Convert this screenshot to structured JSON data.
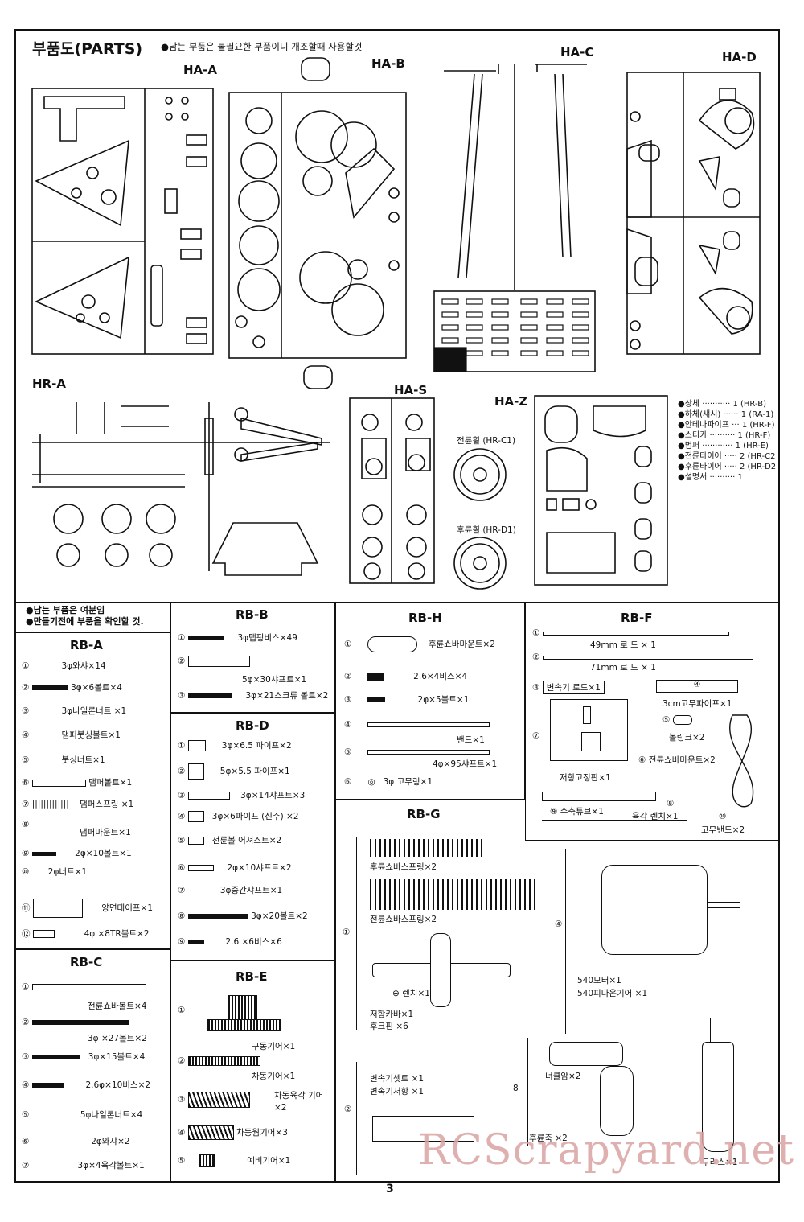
{
  "header": {
    "title": "부품도(PARTS)",
    "note": "●남는 부품은 불필요한 부품이니 개조할때 사용할것"
  },
  "sprues": {
    "ha_a": "HA-A",
    "ha_b": "HA-B",
    "ha_c": "HA-C",
    "ha_d": "HA-D",
    "hr_a": "HR-A",
    "ha_s": "HA-S",
    "ha_z": "HA-Z"
  },
  "wheels": {
    "front": "전륜휠 (HR-C1)",
    "rear": "후륜휠 (HR-D1)"
  },
  "legend": [
    "●상체 ··········· 1 (HR-B)",
    "●하체(섀시) ······ 1 (RA-1)",
    "●안테나파이프 ··· 1 (HR-F)",
    "●스티카 ·········· 1 (HR-F)",
    "●범퍼 ············ 1 (HR-E)",
    "●전륜타이어 ····· 2 (HR-C2",
    "●후륜타이어 ····· 2 (HR-D2",
    "●설명서 ·········· 1"
  ],
  "bag_note": [
    "●남는 부품은 여분임",
    "●만들기전에 부품을 확인할 것."
  ],
  "rb_a": {
    "title": "RB-A",
    "items": [
      {
        "n": "①",
        "text": "3φ와샤×14"
      },
      {
        "n": "②",
        "text": "3φ×6볼트×4"
      },
      {
        "n": "③",
        "text": "3φ나일론너트 ×1"
      },
      {
        "n": "④",
        "text": "댐퍼붓싱볼트×1"
      },
      {
        "n": "⑤",
        "text": "붓싱너트×1"
      },
      {
        "n": "⑥",
        "text": "댐퍼볼트×1"
      },
      {
        "n": "⑦",
        "text": "댐퍼스프링 ×1"
      },
      {
        "n": "⑧",
        "text": "댐퍼마운트×1"
      },
      {
        "n": "⑨",
        "text": "2φ×10볼트×1"
      },
      {
        "n": "⑩",
        "text": "2φ너트×1"
      },
      {
        "n": "⑪",
        "text": "양면테이프×1"
      },
      {
        "n": "⑫",
        "text": "4φ ×8TR볼트×2"
      }
    ]
  },
  "rb_b": {
    "title": "RB-B",
    "items": [
      {
        "n": "①",
        "text": "3φ탭핑비스×49"
      },
      {
        "n": "②",
        "text": "5φ×30샤프트×1"
      },
      {
        "n": "③",
        "text": "3φ×21스크류 볼트×2"
      }
    ]
  },
  "rb_c": {
    "title": "RB-C",
    "items": [
      {
        "n": "①",
        "text": "전륜쇼바볼트×4"
      },
      {
        "n": "②",
        "text": "3φ ×27볼트×2"
      },
      {
        "n": "③",
        "text": "3φ×15볼트×4"
      },
      {
        "n": "④",
        "text": "2.6φ×10비스×2"
      },
      {
        "n": "⑤",
        "text": "5φ나일론너트×4"
      },
      {
        "n": "⑥",
        "text": "2φ와샤×2"
      },
      {
        "n": "⑦",
        "text": "3φ×4육각볼트×1"
      }
    ]
  },
  "rb_d": {
    "title": "RB-D",
    "items": [
      {
        "n": "①",
        "text": "3φ×6.5 파이프×2"
      },
      {
        "n": "②",
        "text": "5φ×5.5 파이프×1"
      },
      {
        "n": "③",
        "text": "3φ×14샤프트×3"
      },
      {
        "n": "④",
        "text": "3φ×6파이프 (신주) ×2"
      },
      {
        "n": "⑤",
        "text": "전륜볼 어져스트×2"
      },
      {
        "n": "⑥",
        "text": "2φ×10샤프트×2"
      },
      {
        "n": "⑦",
        "text": "3φ중간샤프트×1"
      },
      {
        "n": "⑧",
        "text": "3φ×20볼트×2"
      },
      {
        "n": "⑨",
        "text": "2.6 ×6비스×6"
      }
    ]
  },
  "rb_e": {
    "title": "RB-E",
    "items": [
      {
        "n": "①",
        "text": "구동기어×1"
      },
      {
        "n": "②",
        "text": "차동기어×1"
      },
      {
        "n": "③",
        "text": "차동육각 기어×2"
      },
      {
        "n": "④",
        "text": "차동웜기어×3"
      },
      {
        "n": "⑤",
        "text": "예비기어×1"
      }
    ]
  },
  "rb_h": {
    "title": "RB-H",
    "items": [
      {
        "n": "①",
        "text": "후륜쇼바마운트×2"
      },
      {
        "n": "②",
        "text": "2.6×4비스×4"
      },
      {
        "n": "③",
        "text": "2φ×5볼트×1"
      },
      {
        "n": "④",
        "text": "밴드×1"
      },
      {
        "n": "⑤",
        "text": "4φ×95샤프트×1"
      },
      {
        "n": "⑥",
        "text": "3φ 고무링×1"
      }
    ]
  },
  "rb_f": {
    "title": "RB-F",
    "items": [
      {
        "n": "①",
        "text": "49mm 로 드 × 1"
      },
      {
        "n": "②",
        "text": "71mm 로 드 × 1"
      },
      {
        "n": "③",
        "text": "변속기 로드×1"
      },
      {
        "n": "④",
        "text": "3cm고무파이프×1"
      },
      {
        "n": "⑤",
        "text": "볼링크×2"
      },
      {
        "n": "⑥",
        "text": "전륜쇼바마운트×2"
      },
      {
        "n": "⑦",
        "text": "저항고정판×1"
      },
      {
        "n": "⑧",
        "text": "육각 렌치×1"
      },
      {
        "n": "⑨",
        "text": "수축튜브×1"
      },
      {
        "n": "⑩",
        "text": "고무밴드×2"
      }
    ]
  },
  "rb_g": {
    "title": "RB-G",
    "items": [
      {
        "n": "①",
        "text": "전륜쇼바스프링×2"
      },
      {
        "n": "",
        "text": "후륜쇼바스프링×2"
      },
      {
        "n": "",
        "text": "⊕ 렌치×1"
      },
      {
        "n": "",
        "text": "저항카바×1"
      },
      {
        "n": "",
        "text": "후크핀 ×6"
      },
      {
        "n": "②",
        "text": "변속기셋트 ×1"
      },
      {
        "n": "",
        "text": "변속기저항 ×1"
      },
      {
        "n": "④",
        "text": "540모터×1"
      },
      {
        "n": "",
        "text": "540피나온기어 ×1"
      },
      {
        "n": "8",
        "text": "너클암×2"
      },
      {
        "n": "",
        "text": "후륜축 ×2"
      },
      {
        "n": "",
        "text": "구리스×1"
      }
    ]
  },
  "watermark": "RCScrapyard.net",
  "page_number": "3"
}
